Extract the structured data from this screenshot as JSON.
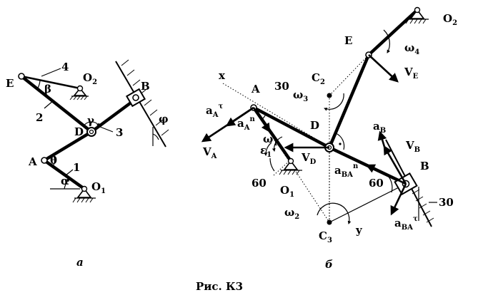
{
  "panel_a": {
    "title": "а",
    "points": {
      "E": "E",
      "O2": "O",
      "O2_sub": "2",
      "D": "D",
      "B": "B",
      "A": "A",
      "O1": "O",
      "O1_sub": "1"
    },
    "links": {
      "l1": "1",
      "l2": "2",
      "l3": "3",
      "l4": "4"
    },
    "angles": {
      "alpha": "α",
      "theta": "θ",
      "beta": "β",
      "gamma": "γ",
      "phi": "φ"
    }
  },
  "panel_b": {
    "title": "б",
    "points": {
      "E": "E",
      "O2": "O",
      "O2_sub": "2",
      "C2": "C",
      "C2_sub": "2",
      "A": "A",
      "D": "D",
      "B": "B",
      "O1": "O",
      "O1_sub": "1",
      "C3": "C",
      "C3_sub": "3"
    },
    "axes": {
      "x": "x",
      "y": "y"
    },
    "angles": {
      "a30": "30",
      "a60_left": "60",
      "a60_right": "60",
      "a30_wall": "30"
    },
    "omegas": {
      "w4": "ω",
      "w4_sub": "4",
      "w3": "ω",
      "w3_sub": "3",
      "w1": "ω",
      "w1_sub": "1",
      "e1": "ε",
      "e1_sub": "1",
      "w2": "ω",
      "w2_sub": "2"
    },
    "vectors": {
      "VE": "V",
      "VE_sub": "E",
      "VA": "V",
      "VA_sub": "A",
      "VD": "V",
      "VD_sub": "D",
      "VB": "V",
      "VB_sub": "B",
      "aB": "a",
      "aB_sub": "B",
      "aAt": "a",
      "aAt_sub": "A",
      "aAt_sup": "τ",
      "aAn": "a",
      "aAn_sub": "A",
      "aAn_sup": "n",
      "aBAn": "a",
      "aBAn_sub": "BA",
      "aBAn_sup": "n",
      "aBAt": "a",
      "aBAt_sub": "BA",
      "aBAt_sup": "τ"
    }
  },
  "caption": "Рис. К3"
}
